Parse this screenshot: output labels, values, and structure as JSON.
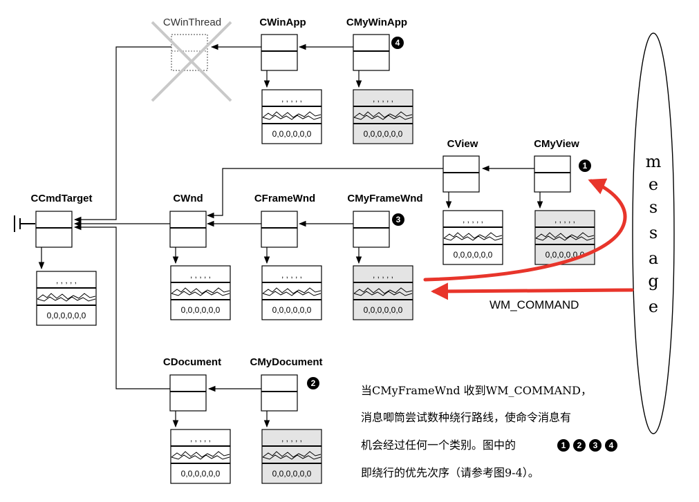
{
  "classes": {
    "CWinThread": "CWinThread",
    "CWinApp": "CWinApp",
    "CMyWinApp": "CMyWinApp",
    "CView": "CView",
    "CMyView": "CMyView",
    "CCmdTarget": "CCmdTarget",
    "CWnd": "CWnd",
    "CFrameWnd": "CFrameWnd",
    "CMyFrameWnd": "CMyFrameWnd",
    "CDocument": "CDocument",
    "CMyDocument": "CMyDocument"
  },
  "table": {
    "commas": ", , , , ,",
    "zeros": "0,0,0,0,0,0"
  },
  "badges": {
    "one": "1",
    "two": "2",
    "three": "3",
    "four": "4"
  },
  "message": {
    "letters": [
      "m",
      "e",
      "s",
      "s",
      "a",
      "g",
      "e"
    ],
    "wm_command": "WM_COMMAND"
  },
  "caption": {
    "line1": "当CMyFrameWnd 收到WM_COMMAND，",
    "line2": "消息唧筒尝试数种绕行路线，使命令消息有",
    "line3": "机会经过任何一个类别。图中的",
    "line4": "即绕行的优先次序（请参考图9-4）。"
  },
  "colors": {
    "red_arrow": "#e8352b",
    "shaded": "#e4e4e4"
  }
}
